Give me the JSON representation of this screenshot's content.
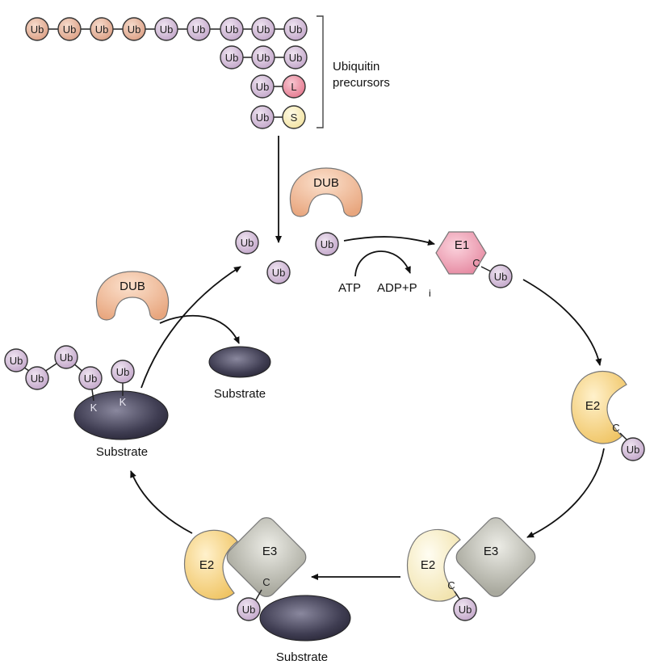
{
  "precursors": {
    "ub": "Ub",
    "l": "L",
    "s": "S",
    "label_line1": "Ubiquitin",
    "label_line2": "precursors"
  },
  "labels": {
    "dub": "DUB",
    "ub": "Ub",
    "e1": "E1",
    "e2": "E2",
    "e3": "E3",
    "c": "C",
    "k": "K",
    "atp": "ATP",
    "adp": "ADP+P",
    "pi_sub": "i",
    "substrate": "Substrate"
  },
  "colors": {
    "ub_peach": "#e8b39a",
    "ub_lilac": "#d9c4de",
    "l_pink": "#ef9aa9",
    "s_yellow": "#fbf0c0",
    "dub": "#f3c3a0",
    "e1": "#efa0b4",
    "e2": "#f5d58a",
    "e3": "#c6c6bc",
    "substrate": "#3c3a4e"
  }
}
